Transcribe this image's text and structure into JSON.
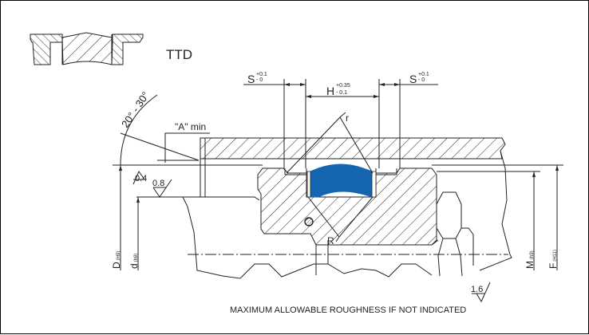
{
  "title": "TTD",
  "colors": {
    "seal": "#1565b0",
    "line": "#222222",
    "background": "#ffffff"
  },
  "dimensions": {
    "S_left": {
      "symbol": "S",
      "tol_upper": "+0.1",
      "tol_lower": "- 0"
    },
    "H": {
      "symbol": "H",
      "tol_upper": "+0.35",
      "tol_lower": "- 0.1"
    },
    "S_right": {
      "symbol": "S",
      "tol_upper": "+0.1",
      "tol_lower": "- 0"
    },
    "angle": "20° - 30°",
    "A_min": "\"A\" min",
    "r": "r",
    "R": "R",
    "D": {
      "symbol": "D",
      "fit": "(H9)"
    },
    "d": {
      "symbol": "d",
      "fit": "(h9)"
    },
    "M": {
      "symbol": "M",
      "fit": "(h9)"
    },
    "F": {
      "symbol": "F",
      "fit": "(H11)"
    }
  },
  "roughness": {
    "r1": "0.4",
    "r2": "0.8",
    "general": "1.6"
  },
  "note": "MAXIMUM ALLOWABLE ROUGHNESS IF NOT INDICATED"
}
